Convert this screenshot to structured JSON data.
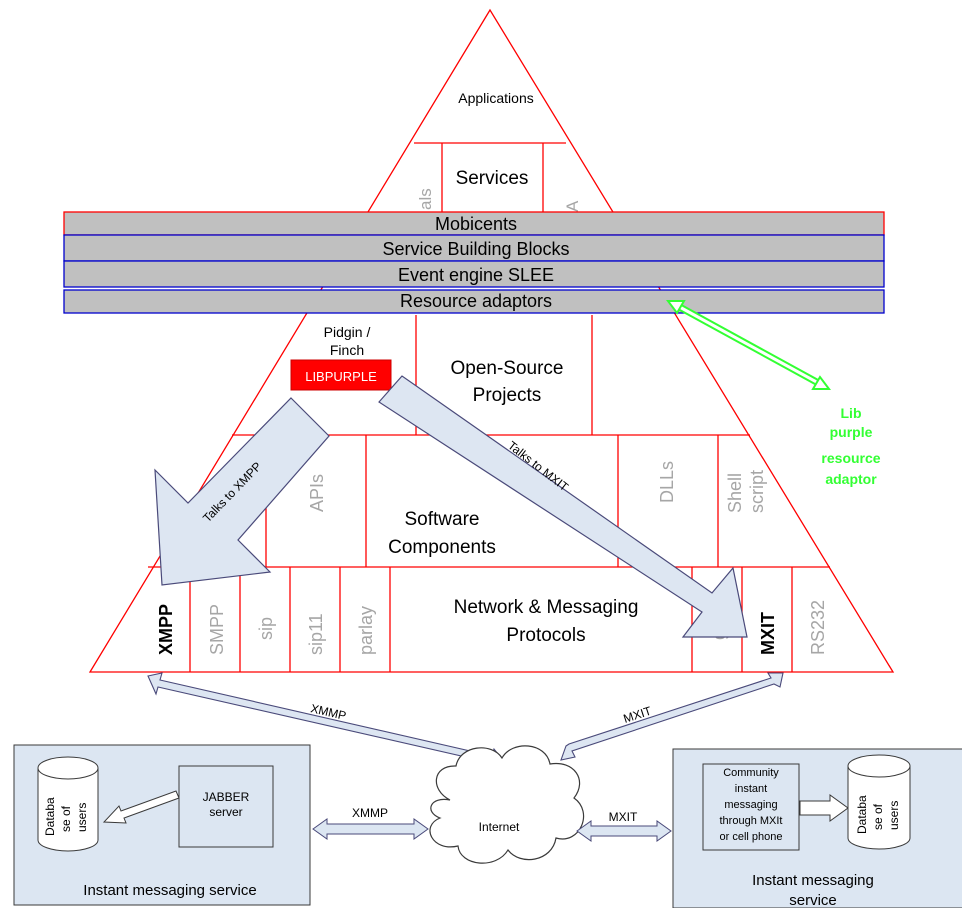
{
  "pyramid": {
    "applications": "Applications",
    "services": "Services",
    "services_left_partial": "als",
    "services_right_partial": "A",
    "open_source_projects": [
      "Open-Source",
      "Projects"
    ],
    "pidgin_finch": [
      "Pidgin /",
      "Finch"
    ],
    "libpurple": "LIBPURPLE",
    "apis": "APIs",
    "software_components": [
      "Software",
      "Components"
    ],
    "dlls": "DLLs",
    "shell_script": [
      "Shell",
      "script"
    ],
    "network_messaging": [
      "Network & Messaging",
      "Protocols"
    ],
    "protocols": {
      "xmpp": "XMPP",
      "smpp": "SMPP",
      "sip": "sip",
      "sip11": "sip11",
      "parlay": "parlay",
      "g_partial": "g",
      "mxit": "MXIT",
      "rs232": "RS232"
    }
  },
  "bands": {
    "mobicents": "Mobicents",
    "service_building_blocks": "Service Building Blocks",
    "event_engine": "Event engine SLEE",
    "resource_adaptors": "Resource adaptors"
  },
  "arrows": {
    "talks_to_xmpp": "Talks to XMPP",
    "talks_to_mxit": "Talks to MXIT",
    "lib_purple_adaptor": [
      "Lib",
      "purple",
      "resource",
      "adaptor"
    ],
    "xmmp_link": "XMMP",
    "mxit_link": "MXIT",
    "xmmp_internet": "XMMP",
    "mxit_internet": "MXIT"
  },
  "network": {
    "internet": "Internet"
  },
  "left_service": {
    "title": "Instant messaging service",
    "jabber": [
      "JABBER",
      "server"
    ],
    "database": [
      "Databa",
      "se of",
      "users"
    ]
  },
  "right_service": {
    "title": [
      "Instant messaging",
      "service"
    ],
    "community": [
      "Community",
      "instant",
      "messaging",
      "through MXIt",
      "or cell phone"
    ],
    "database": [
      "Databa",
      "se of",
      "users"
    ]
  },
  "colors": {
    "pyramid_lines": "#ff0000",
    "band_fill": "#c0c0c0",
    "band_border_blue": "#0000cc",
    "arrow_fill": "#dde6f2",
    "arrow_stroke": "#4a4a7a",
    "libpurple_fill": "#ff0000",
    "adaptor_green": "#33ff33",
    "service_box_fill": "#dce6f2",
    "gray_text": "#a6a6a6"
  }
}
